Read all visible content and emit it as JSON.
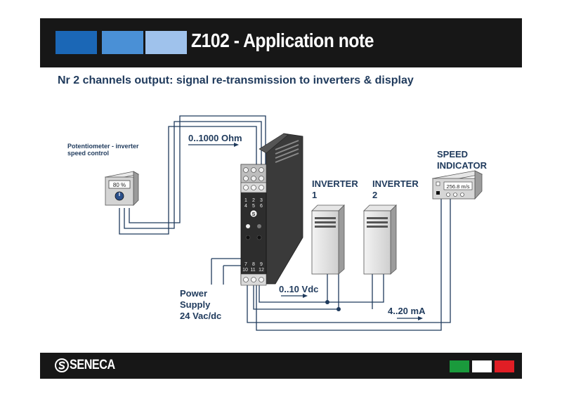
{
  "header": {
    "title": "Z102 - Application note",
    "subtitle": "Nr 2 channels output: signal re-transmission to inverters & display"
  },
  "diagram": {
    "potentiometer": {
      "label_line1": "Potentiometer -  inverter",
      "label_line2": "speed control",
      "display": "80 %"
    },
    "input_signal": "0..1000 Ohm",
    "module": {
      "terminals_top": [
        "1",
        "2",
        "3",
        "4",
        "5",
        "6"
      ],
      "terminals_bottom": [
        "7",
        "8",
        "9",
        "10",
        "11",
        "12"
      ]
    },
    "inverter1": {
      "line1": "INVERTER",
      "line2": "1"
    },
    "inverter2": {
      "line1": "INVERTER",
      "line2": "2"
    },
    "speed_indicator": {
      "line1": "SPEED",
      "line2": "INDICATOR",
      "display": "256.8 m/s"
    },
    "power_supply": {
      "line1": "Power",
      "line2": "Supply",
      "line3": "24 Vac/dc"
    },
    "voltage_signal": "0..10 Vdc",
    "current_signal": "4..20 mA"
  },
  "footer": {
    "brand": "SENECA"
  },
  "colors": {
    "header_bg": "#171717",
    "accent_blue_dark": "#1b67b6",
    "accent_blue_mid": "#4a90d6",
    "accent_blue_light": "#9fc2ec",
    "label_text": "#1f3a5c",
    "wire": "#1f3a5c",
    "flag_green": "#1a9a3c",
    "flag_white": "#ffffff",
    "flag_red": "#e01e25"
  }
}
